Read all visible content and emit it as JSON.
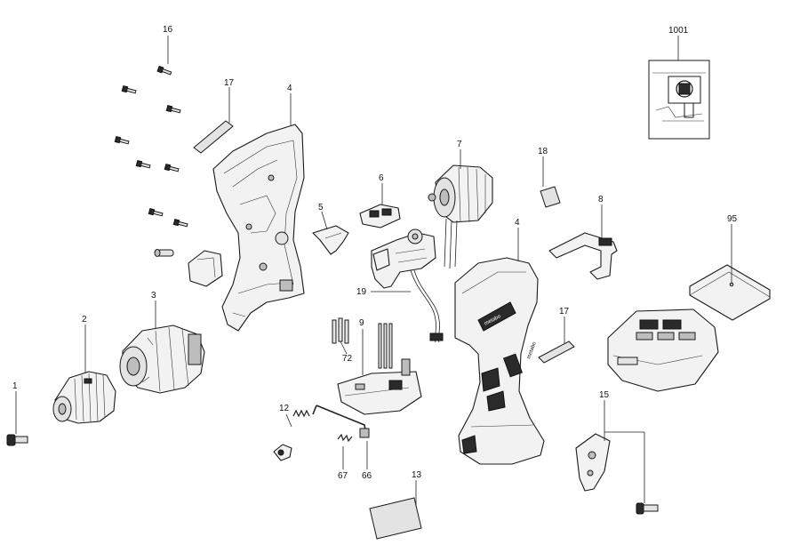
{
  "diagram": {
    "callouts": {
      "c1": "1",
      "c2": "2",
      "c3": "3",
      "c4a": "4",
      "c4b": "4",
      "c5": "5",
      "c6": "6",
      "c7": "7",
      "c8": "8",
      "c9": "9",
      "c12": "12",
      "c13": "13",
      "c15": "15",
      "c16": "16",
      "c17a": "17",
      "c17b": "17",
      "c18": "18",
      "c19": "19",
      "c66": "66",
      "c67": "67",
      "c72": "72",
      "c95": "95",
      "c1001": "1001"
    },
    "housing_logo": "metabo",
    "housing_side_logo": "metabo"
  }
}
